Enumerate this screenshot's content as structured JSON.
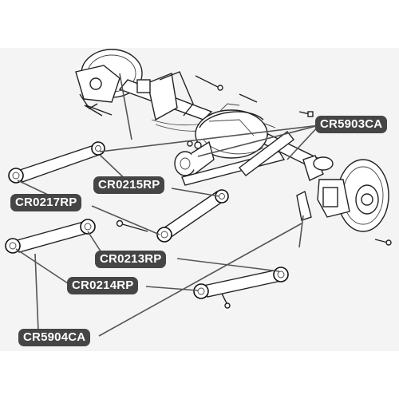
{
  "callouts": {
    "cr5903ca": "CR5903CA",
    "cr0215rp": "CR0215RP",
    "cr0217rp": "CR0217RP",
    "cr0213rp": "CR0213RP",
    "cr0214rp": "CR0214RP",
    "cr5904ca": "CR5904CA"
  },
  "colors": {
    "callout_bg": "#454545",
    "callout_text": "#ffffff",
    "line_art": "#222222",
    "panel_bg": "#f4f4f4"
  }
}
